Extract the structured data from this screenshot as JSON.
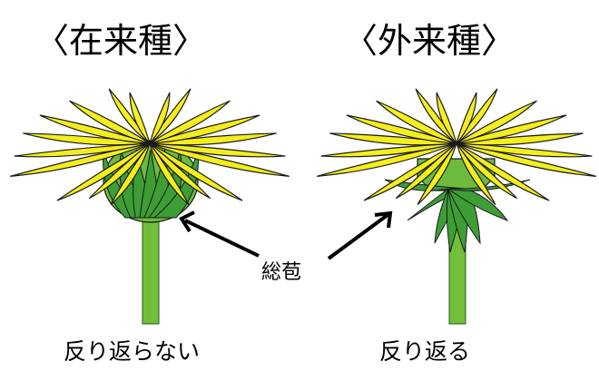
{
  "titles": {
    "native": "〈在来種〉",
    "introduced": "〈外来種〉"
  },
  "labels": {
    "native": "反り返らない",
    "introduced": "反り返る",
    "involucre": "総苞"
  },
  "colors": {
    "petal": "#f5ee1e",
    "receptacle": "#6cbb3c",
    "bract": "#3c9e34",
    "stem": "#72bf3c",
    "outline": "#1a1a1a"
  }
}
